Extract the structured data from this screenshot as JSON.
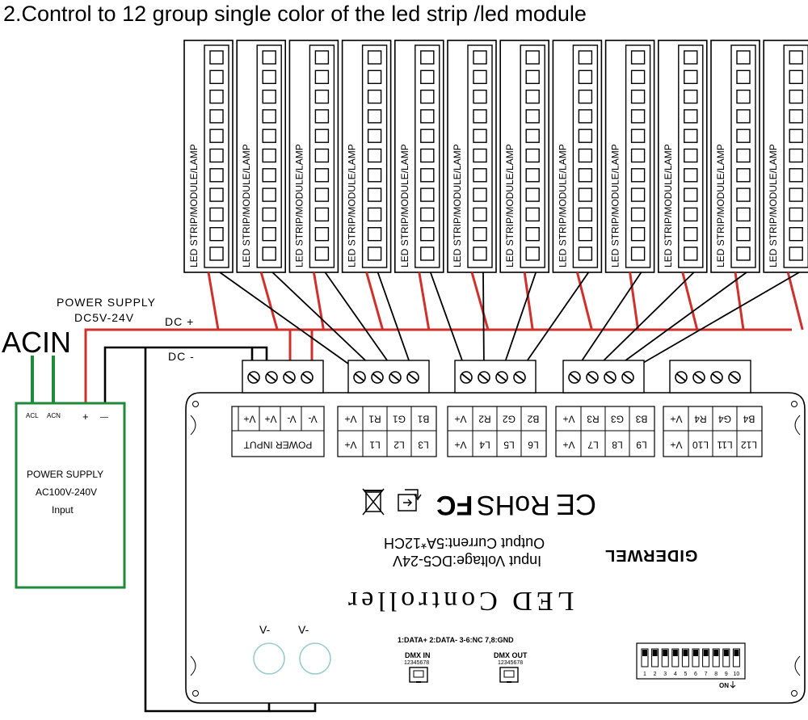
{
  "title": "2.Control to 12 group single color of the led strip /led module",
  "strip_label": "LED STRIP/MODULE/LAMP",
  "strip_count": 12,
  "strip_cells": 11,
  "acin": "ACIN",
  "psu_note": {
    "line1": "POWER SUPPLY",
    "line2": "DC5V-24V"
  },
  "dc_plus": "DC +",
  "dc_minus": "DC -",
  "psu_box": {
    "acl": "ACL",
    "acn": "ACN",
    "plus": "+",
    "minus": "—",
    "line1": "POWER SUPPLY",
    "line2": "AC100V-240V",
    "line3": "Input"
  },
  "controller": {
    "power_top": [
      "V-",
      "V-",
      "V+",
      "V+"
    ],
    "power_bottom": "POWER INPUT",
    "groups": [
      {
        "top": [
          "V+",
          "R1",
          "G1",
          "B1"
        ],
        "bottom": [
          "V+",
          "L1",
          "L2",
          "L3"
        ]
      },
      {
        "top": [
          "V+",
          "R2",
          "G2",
          "B2"
        ],
        "bottom": [
          "V+",
          "L4",
          "L5",
          "L6"
        ]
      },
      {
        "top": [
          "V+",
          "R3",
          "G3",
          "B3"
        ],
        "bottom": [
          "V+",
          "L7",
          "L8",
          "L9"
        ]
      },
      {
        "top": [
          "V+",
          "R4",
          "G4",
          "B4"
        ],
        "bottom": [
          "V+",
          "L10",
          "L11",
          "L12"
        ]
      }
    ],
    "certs": [
      "CE",
      "RoHS",
      "FC"
    ],
    "brand": "GIDERWEL",
    "output_current": "Output Current:5A*12CH",
    "input_voltage": "Input Voltage:DC5-24V",
    "name": "LED Controller",
    "dmx_pinout": "1:DATA+  2:DATA-  3-6:NC  7,8:GND",
    "dmx_in": "DMX IN",
    "dmx_out": "DMX OUT",
    "rj_pins": "12345678",
    "dip_numbers": [
      "1",
      "2",
      "3",
      "4",
      "5",
      "6",
      "7",
      "8",
      "9",
      "10"
    ],
    "dip_on": "ON",
    "vminus_left": "V-",
    "vminus_right": "V-"
  },
  "colors": {
    "red": "#d0302b",
    "green": "#1f8a3a",
    "black": "#000000"
  }
}
